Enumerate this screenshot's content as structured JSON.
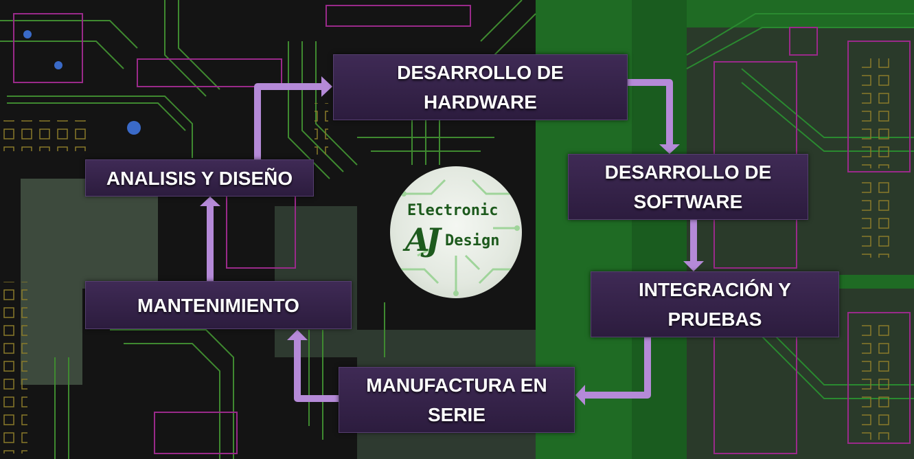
{
  "diagram": {
    "steps": {
      "analysis": "ANALISIS Y DISEÑO",
      "hardware": [
        "DESARROLLO DE",
        "HARDWARE"
      ],
      "software": [
        "DESARROLLO DE",
        "SOFTWARE"
      ],
      "integration": [
        "INTEGRACIÓN Y",
        "PRUEBAS"
      ],
      "manufacturing": [
        "MANUFACTURA EN",
        "SERIE"
      ],
      "maintenance": "MANTENIMIENTO"
    },
    "arrow_color": "#b58ad8",
    "box_color": "#35234a"
  },
  "logo": {
    "line1": "Electronic",
    "mark": "AJ",
    "line2": "Design",
    "text_color": "#1d5a1d"
  },
  "background": {
    "board_color": "#141414",
    "left_trace_color": "#3a7a2a",
    "right_copper_color": "#1d6b22",
    "pad_color": "#b89a3a",
    "silkscreen_color": "#9a2a8a"
  }
}
